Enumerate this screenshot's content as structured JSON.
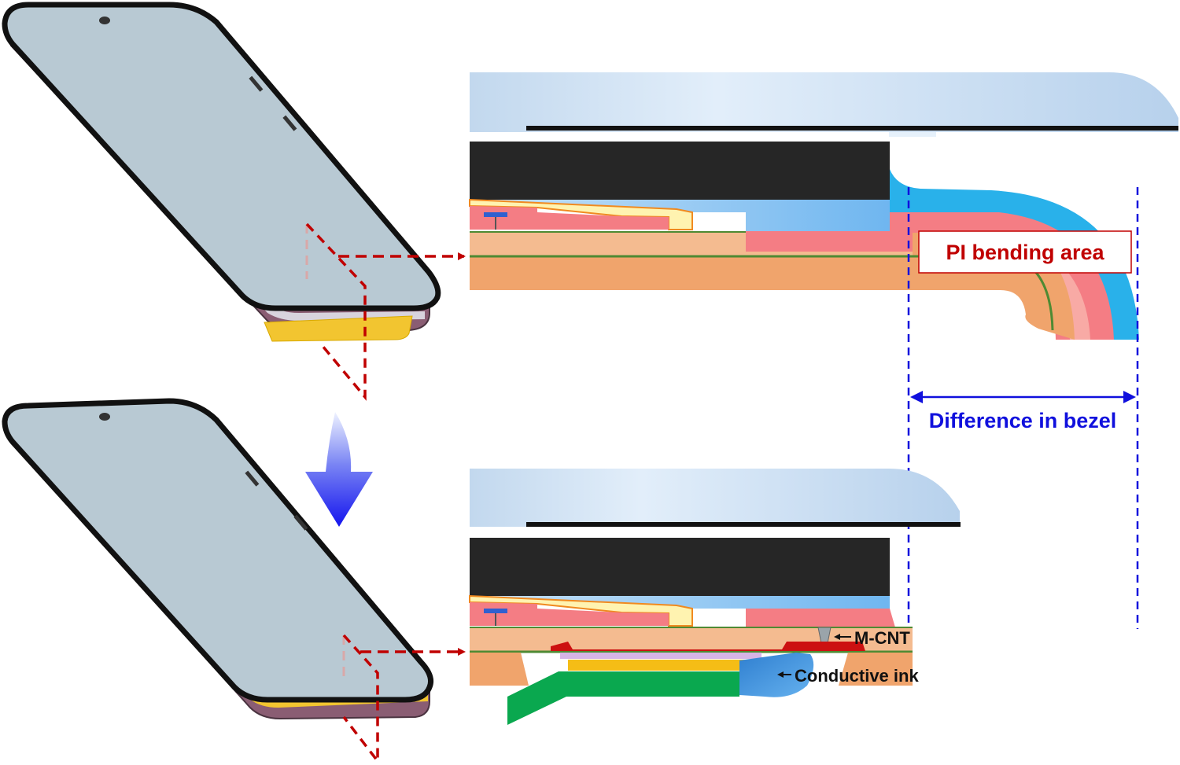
{
  "labels": {
    "pi_bending_area": "PI bending area",
    "difference_in_bezel": "Difference in bezel",
    "m_cnt": "M-CNT",
    "conductive_ink": "Conductive ink"
  },
  "colors": {
    "label_red": "#c00000",
    "dimension_blue": "#1010dd",
    "cover_glass": "#cfe2f3",
    "black_layer": "#262626",
    "pi_substrate": "#f0a46c",
    "pi_light": "#f4bb90",
    "pink_layer": "#f47d84",
    "cyan_layer": "#29b1ea",
    "green_line": "#4e8a33",
    "conductive_ink": "#3b87d3",
    "green_fpcb": "#0aa84f",
    "gold_layer": "#f5bd16",
    "phone_screen": "#b8c9d3",
    "gold_band": "#f2c530"
  },
  "icons": {
    "process_arrow": "down-arrow-icon",
    "section_cut": "section-plane-icon"
  }
}
